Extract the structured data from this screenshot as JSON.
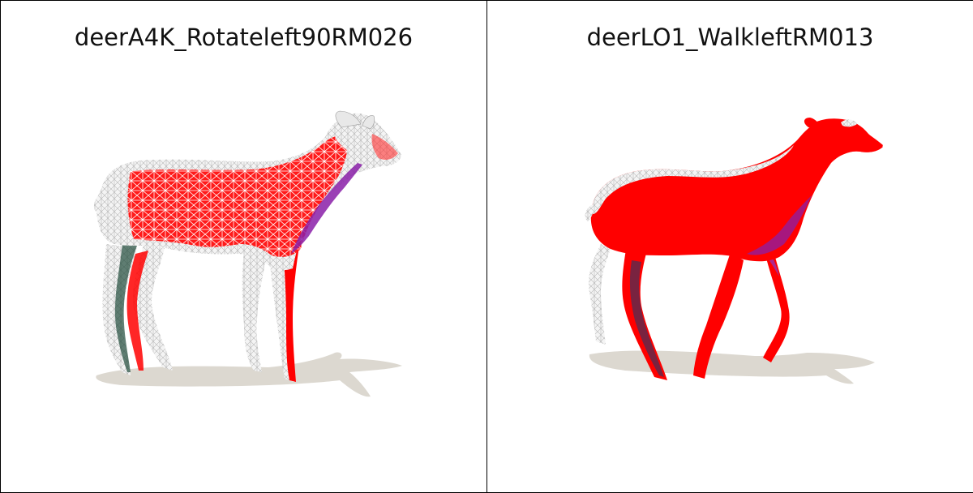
{
  "panels": [
    {
      "title": "deerA4K_Rotateleft90RM026",
      "figure": "deer-mesh-wireframe"
    },
    {
      "title": "deerLO1_WalkleftRM013",
      "figure": "deer-mesh-solid"
    }
  ],
  "colors": {
    "background": "#ffffff",
    "mesh_base": "#f2f2f2",
    "mesh_lines": "#bdbdbd",
    "highlight": "#ff0000",
    "purple": "#8a1fa8",
    "shadow": "#dcd8d0"
  }
}
